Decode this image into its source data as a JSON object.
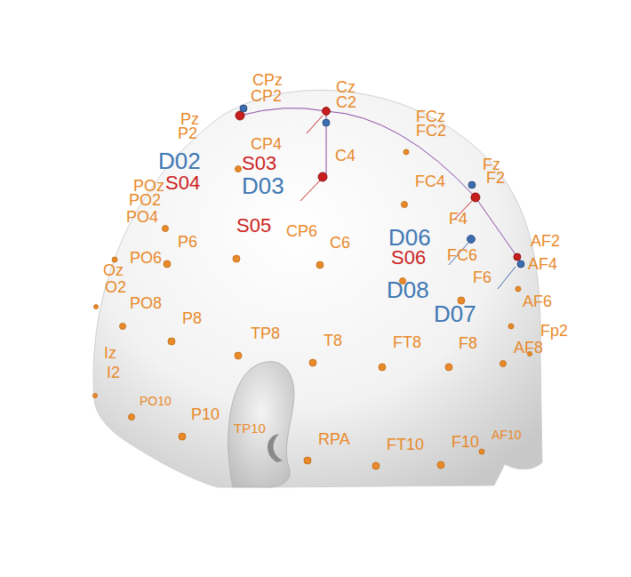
{
  "diagram": {
    "labels": [
      "CPz",
      "CP2",
      "Cz",
      "C2",
      "FCz",
      "FC2",
      "Pz",
      "P2",
      "CP4",
      "C4",
      "Fz",
      "F2",
      "FC4",
      "POz",
      "PO2",
      "PO4",
      "F4",
      "CP6",
      "AF2",
      "P6",
      "C6",
      "FC6",
      "PO6",
      "AF4",
      "Oz",
      "O2",
      "F6",
      "AF6",
      "PO8",
      "P8",
      "Fp2",
      "TP8",
      "T8",
      "FT8",
      "F8",
      "AF8",
      "Iz",
      "I2",
      "PO10",
      "P10",
      "TP10",
      "RPA",
      "FT10",
      "F10",
      "AF10",
      "S04",
      "S03",
      "S05",
      "S06",
      "D02",
      "D03",
      "D06",
      "D08",
      "D07"
    ]
  }
}
